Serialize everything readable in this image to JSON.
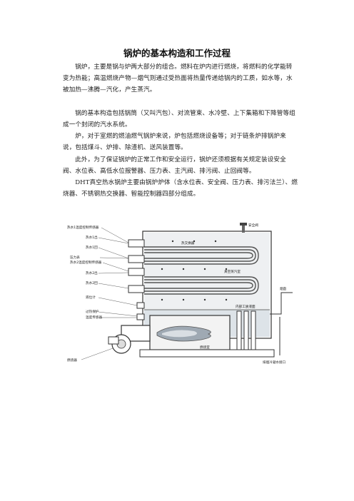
{
  "document": {
    "title": "锅炉的基本构造和工作过程",
    "paragraphs": [
      "锅炉，主要是锅与炉两大部分的组合。燃料在炉内进行燃烧，将燃料的化学能转变为热能；高温燃烧产物—烟气则通过受热面将热量传递给锅内的工质，如水等，水被加热—沸腾—汽化，产生蒸汽。",
      "锅的基本构造包括锅筒（又叫汽包）、对流管束、水冷壁、上下集箱和下降管等组成一个封闭的汽水系统。",
      "炉，对于室燃的燃油燃气锅炉来说，炉包括燃烧设备等；对于链条炉排锅炉来说，包括煤斗、炉排、除渣机、送风装置等。",
      "此外，为了保证锅炉的正常工作和安全运行，锅炉还须根据有关规定装设安全阀、水位表、高低水位报警器、压力表、主汽阀、排污阀、止回阀等。",
      "DHT真空热水锅炉主要由锅炉炉体（含水位表、安全阀、压力表、排污法兰）、燃烧器、不锈钢热交换器、智能控制器四部分组成。"
    ]
  },
  "diagram": {
    "labels": {
      "safety_valve": "安全阀",
      "heat_exchanger": "热交换器",
      "vacuum_steam_chamber": "真空蒸汽室",
      "internal_medium_water": "内部工质液面",
      "furnace": "燃烧室",
      "burner": "燃烧器",
      "flue": "烟囱",
      "drain": "排烟冷凝水接口",
      "left_1": "热水1温度控制传感器",
      "left_2": "热水1出",
      "left_3": "热水1回",
      "left_4": "压力表",
      "left_5": "热水2温度控制传感器",
      "left_6": "热水2出",
      "left_7": "热水2回",
      "left_8": "液位计",
      "left_9": "过热保护",
      "left_10": "温度传感器"
    }
  }
}
